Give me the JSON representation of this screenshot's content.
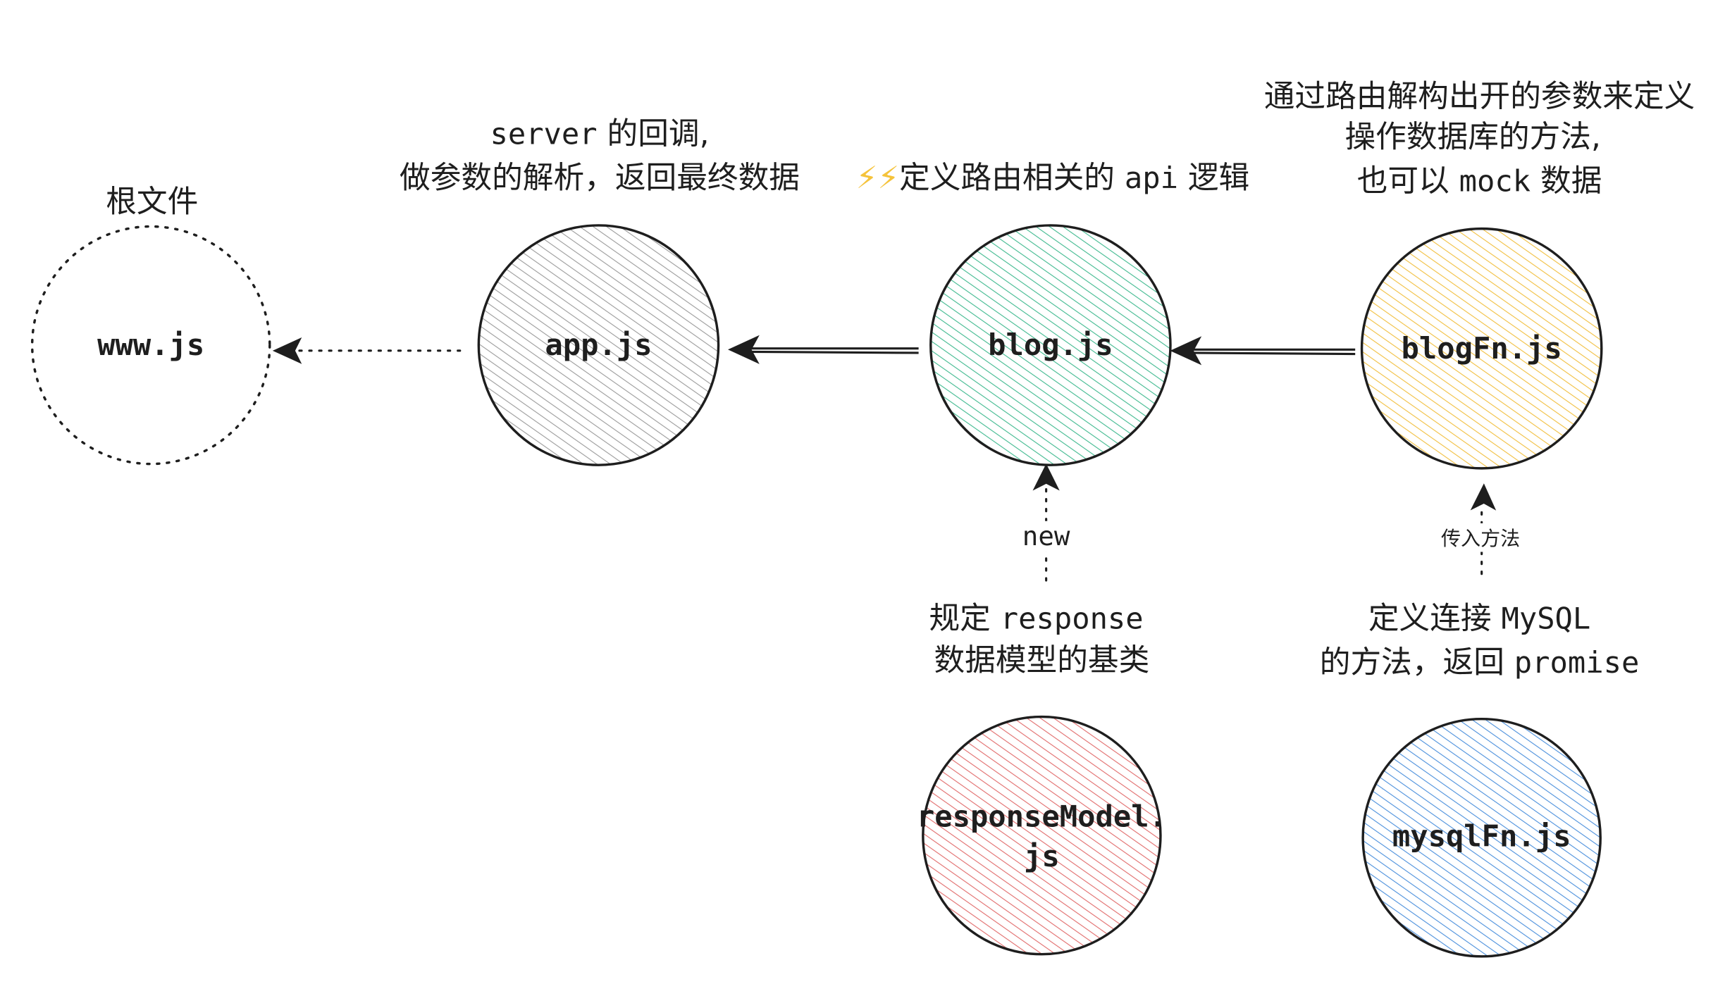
{
  "colors": {
    "gray": "#9a9a9a",
    "teal": "#3fb98f",
    "yellow": "#f1bf3f",
    "red": "#e16b6b",
    "blue": "#4a8fdc",
    "ink": "#1e1e1e",
    "lightning": "#f5c33b"
  },
  "nodes": {
    "www": {
      "label": "www.js",
      "caption": "根文件"
    },
    "app": {
      "label": "app.js",
      "caption_line1_prefix": "server",
      "caption_line1_suffix": " 的回调,",
      "caption_line2": "做参数的解析，返回最终数据"
    },
    "blog": {
      "label": "blog.js",
      "caption_icon": "⚡⚡",
      "caption_part1": "定义路由相关的 ",
      "caption_code": "api",
      "caption_part2": " 逻辑"
    },
    "blogFn": {
      "label": "blogFn.js",
      "caption_line1": "通过路由解构出开的参数来定义",
      "caption_line2": "操作数据库的方法,",
      "caption_line3_part1": "也可以 ",
      "caption_line3_code": "mock",
      "caption_line3_part2": " 数据"
    },
    "responseModel": {
      "label_line1": "responseModel.",
      "label_line2": "js",
      "caption_line1_part1": "规定 ",
      "caption_line1_code": "response",
      "caption_line2": "数据模型的基类"
    },
    "mysqlFn": {
      "label": "mysqlFn.js",
      "caption_line1_part1": "定义连接 ",
      "caption_line1_code": "MySQL",
      "caption_line2_part1": "的方法，返回 ",
      "caption_line2_code": "promise"
    }
  },
  "edges": {
    "responseModel_to_blog": {
      "label": "new"
    },
    "mysqlFn_to_blogFn": {
      "label": "传入方法"
    }
  }
}
